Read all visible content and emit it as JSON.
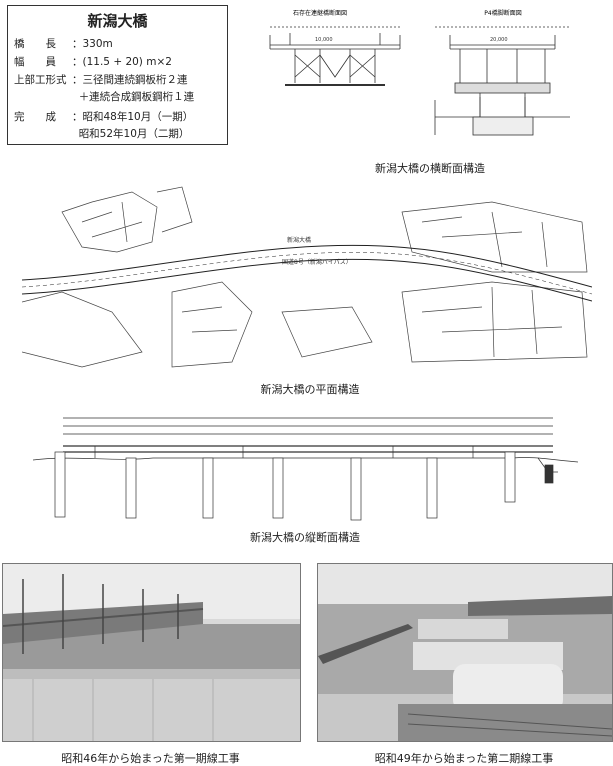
{
  "info": {
    "title": "新潟大橋",
    "rows": [
      {
        "label": "橋　　長",
        "value": "330m"
      },
      {
        "label": "幅　　員",
        "value": "(11.5 + 20) m×2"
      },
      {
        "label": "上部工形式",
        "value": "三径間連続鋼板桁２連"
      },
      {
        "label": "",
        "value": "＋連続合成鋼板鋼桁１連"
      },
      {
        "label": "完　　成",
        "value": "昭和48年10月（一期）"
      },
      {
        "label": "",
        "value": "昭和52年10月（二期）"
      }
    ]
  },
  "drawings": {
    "cross_left_title": "石存在連継橋断面図",
    "cross_right_title": "P4橋脚断面図",
    "plan_label_top": "新潟大橋",
    "plan_label_road": "国道8号（新潟バイパス）"
  },
  "captions": {
    "cross_section": "新潟大橋の横断面構造",
    "plan": "新潟大橋の平面構造",
    "longitudinal": "新潟大橋の縦断面構造",
    "photo_left": "昭和46年から始まった第一期線工事",
    "photo_right": "昭和49年から始まった第二期線工事"
  }
}
